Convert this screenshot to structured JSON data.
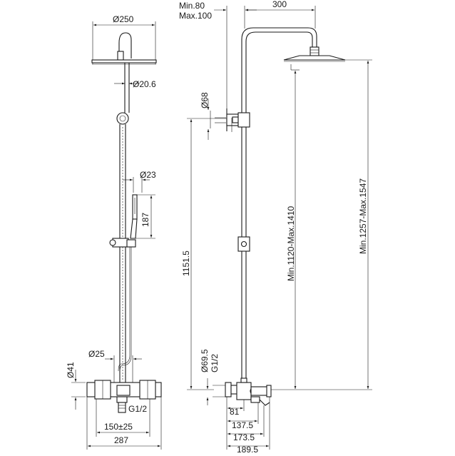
{
  "front_view": {
    "head_diameter": "Ø250",
    "arm_diameter": "Ø20.6",
    "handshower_diameter": "Ø23",
    "handshower_length": "187",
    "valve_body_diameter": "Ø41",
    "knob_diameter": "Ø25",
    "inlet_thread": "G1/2",
    "inlet_spacing": "150±25",
    "overall_width": "287"
  },
  "side_view": {
    "wall_min": "Min.80",
    "wall_max": "Max.100",
    "arm_reach": "300",
    "bracket_diameter": "Ø68",
    "rail_height": "1151.5",
    "head_height": "Min.1120-Max.1410",
    "overall_height": "Min.1257-Max.1547",
    "escutcheon_diameter": "Ø69.5",
    "inlet_thread": "G1/2",
    "depth_1": "81",
    "depth_2": "137.5",
    "depth_3": "173.5",
    "depth_4": "189.5"
  }
}
